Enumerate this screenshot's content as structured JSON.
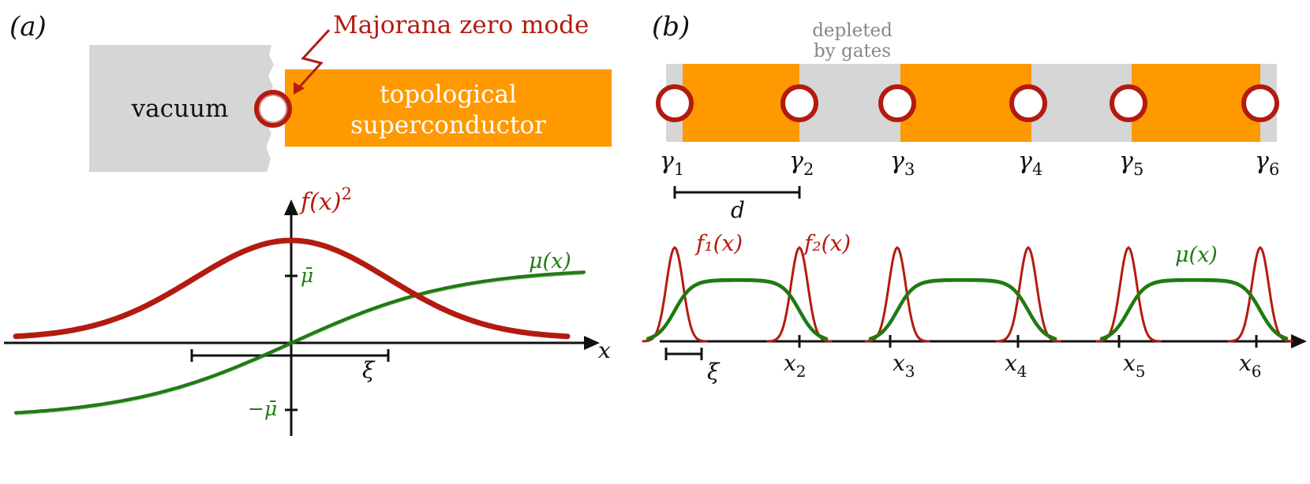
{
  "panel_a": {
    "label": "(a)",
    "callout": "Majorana zero mode",
    "vacuum_label": "vacuum",
    "ts_line1": "topological",
    "ts_line2": "superconductor",
    "f_label_base": "f(x)",
    "f_label_exp": "2",
    "mu_label": "μ(x)",
    "mubar_label": "μ̄",
    "neg_mubar_label": "−μ̄",
    "x_label": "x",
    "xi_label": "ξ"
  },
  "panel_b": {
    "label": "(b)",
    "depleted_line1": "depleted",
    "depleted_line2": "by gates",
    "gammas": [
      {
        "base": "γ",
        "sub": "1"
      },
      {
        "base": "γ",
        "sub": "2"
      },
      {
        "base": "γ",
        "sub": "3"
      },
      {
        "base": "γ",
        "sub": "4"
      },
      {
        "base": "γ",
        "sub": "5"
      },
      {
        "base": "γ",
        "sub": "6"
      }
    ],
    "d_label": "d",
    "f1_label": "f₁(x)",
    "f2_label": "f₂(x)",
    "mu_label": "μ(x)",
    "xi_label": "ξ",
    "x_ticks": [
      {
        "base": "x",
        "sub": "2"
      },
      {
        "base": "x",
        "sub": "3"
      },
      {
        "base": "x",
        "sub": "4"
      },
      {
        "base": "x",
        "sub": "5"
      },
      {
        "base": "x",
        "sub": "6"
      }
    ]
  },
  "colors": {
    "orange": "#ff9900",
    "gray": "#d6d6d6",
    "red": "#b31b10",
    "green": "#1f7a12",
    "axis": "#111111",
    "annotation_gray": "#888888"
  }
}
